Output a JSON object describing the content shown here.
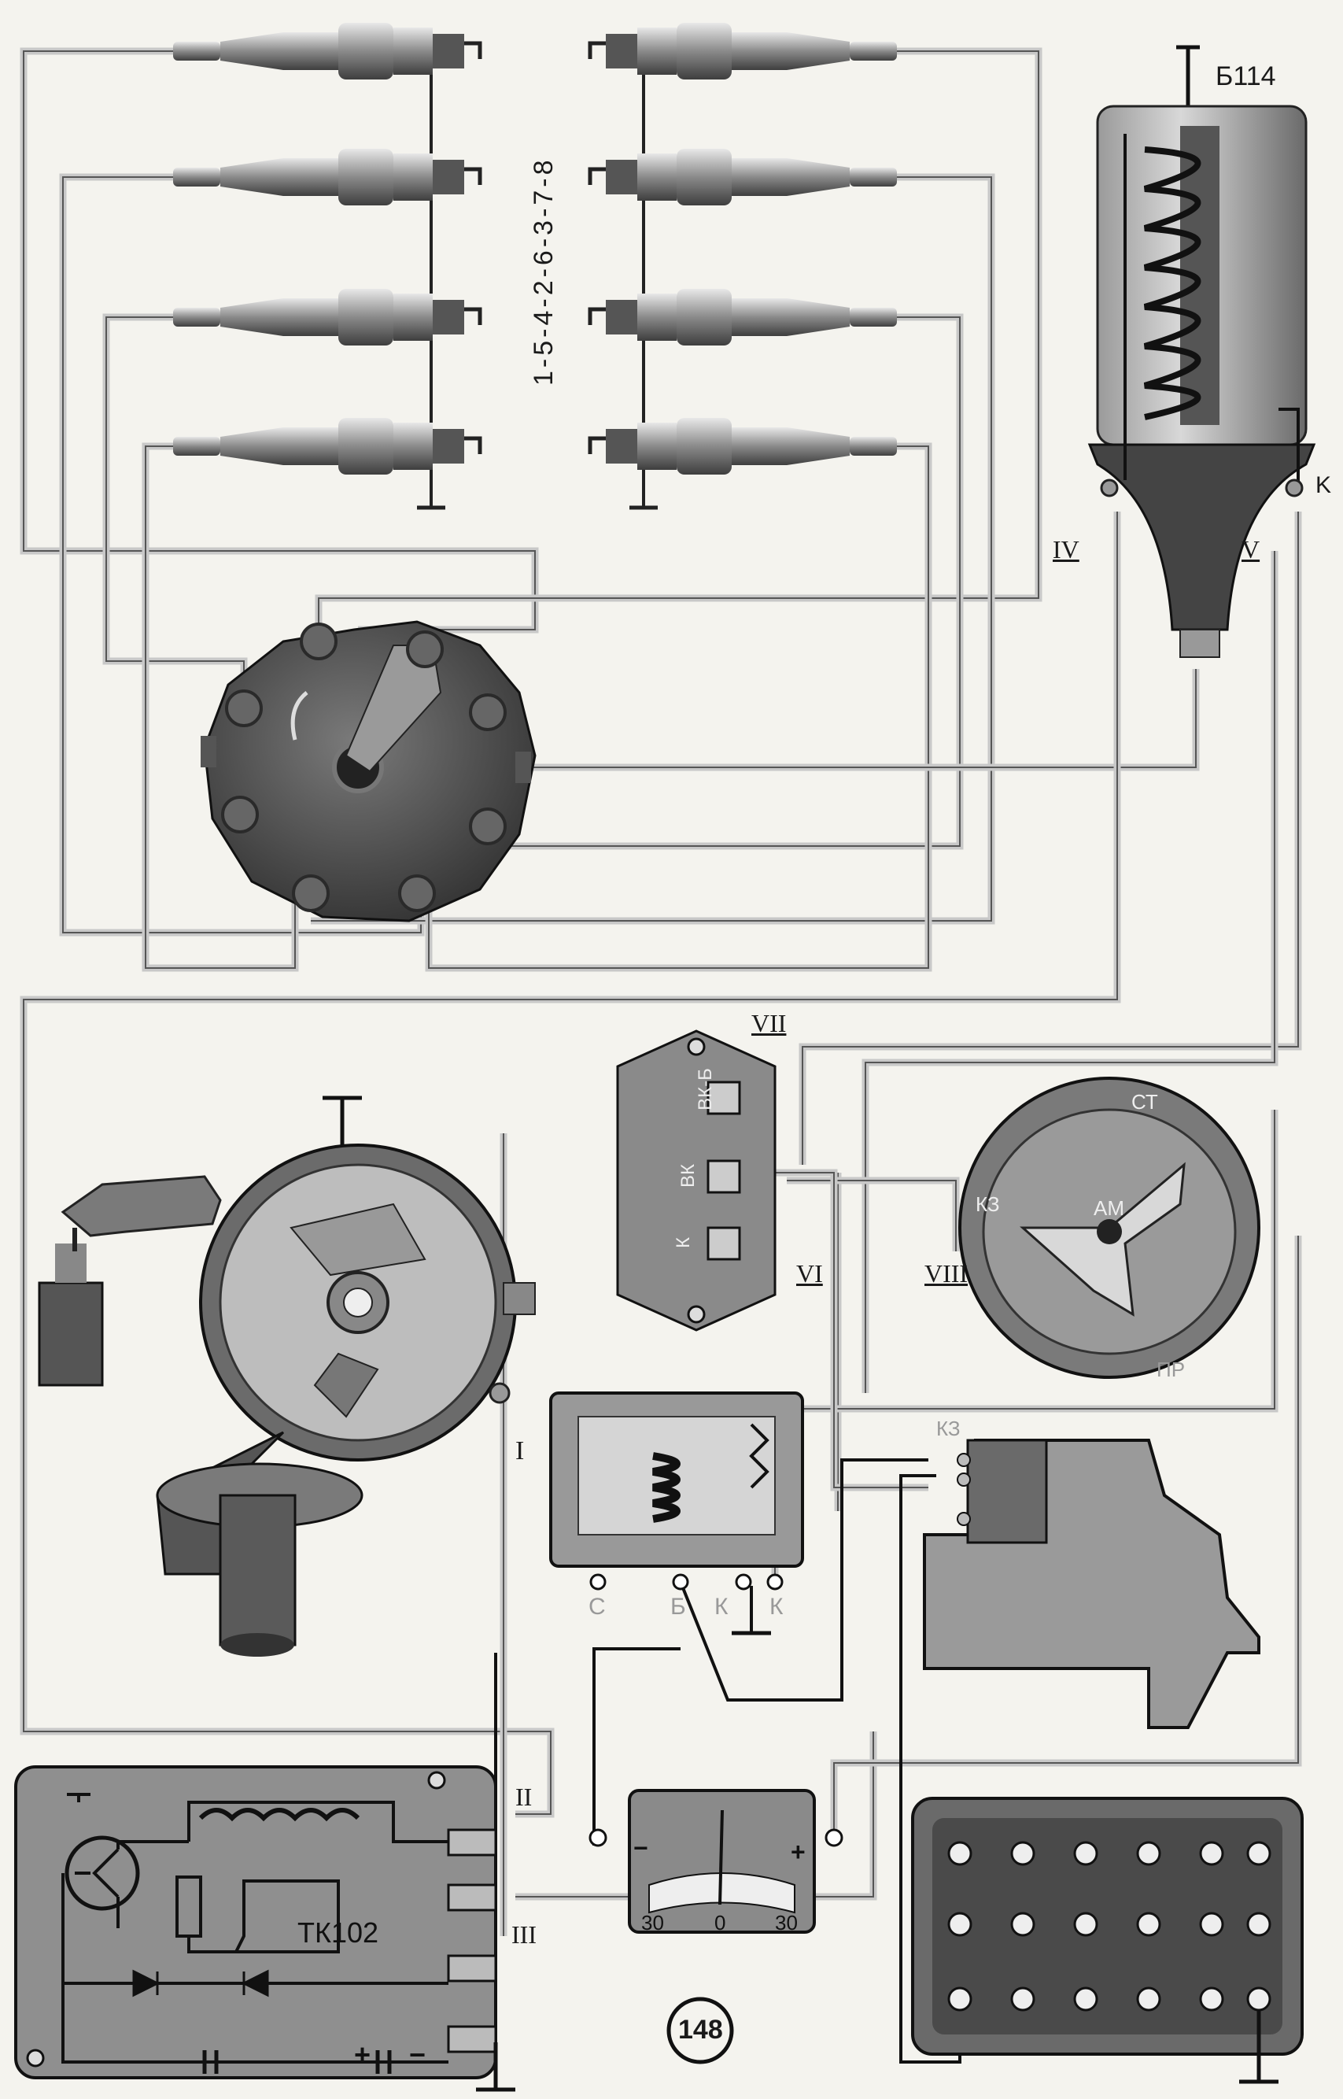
{
  "firing_order": "1-5-4-2-6-3-7-8",
  "coil": {
    "label": "Б114",
    "terminal_k": "K",
    "terminal_iv": "IV",
    "terminal_v": "V"
  },
  "switch_terminals": {
    "vii": "VII",
    "vi": "VI",
    "viii": "VIII",
    "vk": "ВК",
    "vkb": "ВК-Б",
    "k": "К"
  },
  "ignition_lock": {
    "st": "СТ",
    "kz": "КЗ",
    "am": "АМ",
    "pr": "ПР"
  },
  "regulator": {
    "c": "С",
    "b": "Б",
    "k1": "К",
    "k2": "К"
  },
  "starter": {
    "kz": "КЗ"
  },
  "commutator": {
    "label": "ТК102",
    "ii": "II",
    "iii": "III",
    "plus": "+",
    "minus": "−"
  },
  "breaker_terminal": "I",
  "ammeter": {
    "left": "30",
    "center": "0",
    "right": "30",
    "plus": "+",
    "minus": "−"
  },
  "page_number": "148",
  "colors": {
    "metal": "#8a8a8a",
    "dark": "#3b3b3b",
    "wire": "#c8c8c8"
  }
}
